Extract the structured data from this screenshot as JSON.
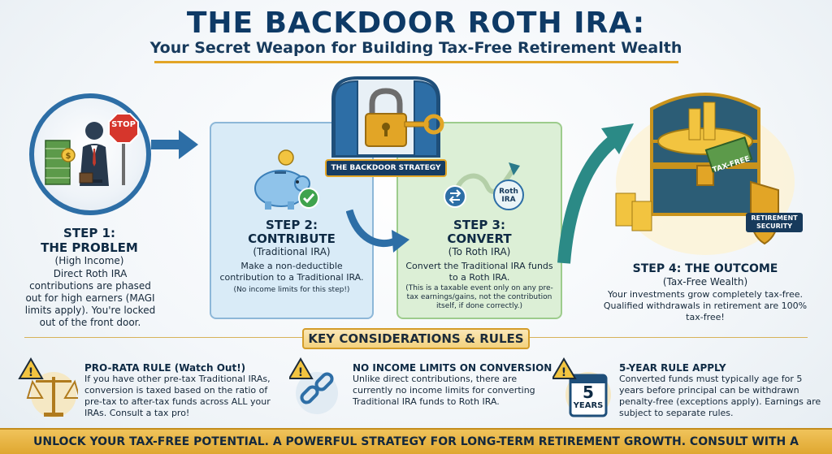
{
  "header": {
    "title": "THE BACKDOOR ROTH IRA:",
    "subtitle": "Your Secret Weapon for Building Tax-Free Retirement Wealth"
  },
  "step1": {
    "label": "STEP 1:",
    "heading": "THE PROBLEM",
    "subheading": "(High Income)",
    "text": "Direct Roth IRA contributions are phased out for high earners (MAGI limits apply). You're locked out of the front door.",
    "stop_sign": "STOP"
  },
  "backdoor": {
    "banner": "THE BACKDOOR STRATEGY"
  },
  "step2": {
    "label": "STEP 2:",
    "heading": "CONTRIBUTE",
    "subheading": "(Traditional IRA)",
    "text": "Make a non-deductible contribution to a Traditional IRA.",
    "note": "(No income limits for this step!)"
  },
  "step3": {
    "label": "STEP 3:",
    "heading": "CONVERT",
    "subheading": "(To Roth IRA)",
    "text": "Convert the Traditional IRA funds to a Roth IRA.",
    "note": "(This is a taxable event only on any pre-tax earnings/gains, not the contribution itself, if done correctly.)",
    "roth_badge": "Roth IRA"
  },
  "step4": {
    "heading": "STEP 4: THE OUTCOME",
    "subheading": "(Tax-Free Wealth)",
    "text": "Your investments grow completely tax-free. Qualified withdrawals in retirement are 100% tax-free!",
    "tax_free_tag": "TAX-FREE",
    "shield_label": "RETIREMENT SECURITY"
  },
  "considerations": {
    "banner": "KEY CONSIDERATIONS & RULES",
    "rules": [
      {
        "title": "PRO-RATA RULE (Watch Out!)",
        "text": "If you have other pre-tax Traditional IRAs, conversion is taxed based on the ratio of pre-tax to after-tax funds across ALL your IRAs. Consult a tax pro!"
      },
      {
        "title": "NO INCOME LIMITS ON CONVERSION",
        "text": "Unlike direct contributions, there are currently no income limits for converting Traditional IRA funds to Roth IRA."
      },
      {
        "title": "5-YEAR RULE APPLY",
        "text": "Converted funds must typically age for 5 years before principal can be withdrawn penalty-free (exceptions apply). Earnings are subject to separate rules.",
        "calendar_number": "5",
        "calendar_label": "YEARS"
      }
    ]
  },
  "footer": {
    "text": "UNLOCK YOUR TAX-FREE POTENTIAL. A POWERFUL STRATEGY FOR LONG-TERM RETIREMENT GROWTH. CONSULT WITH A FINANCIAL ADVISOR."
  },
  "colors": {
    "navy": "#0e3a66",
    "gold": "#e2a526",
    "blue_panel": "#d9ebf7",
    "green_panel": "#dcefd6",
    "arrow_blue": "#2d6ea6",
    "arrow_teal": "#2b8a86"
  }
}
